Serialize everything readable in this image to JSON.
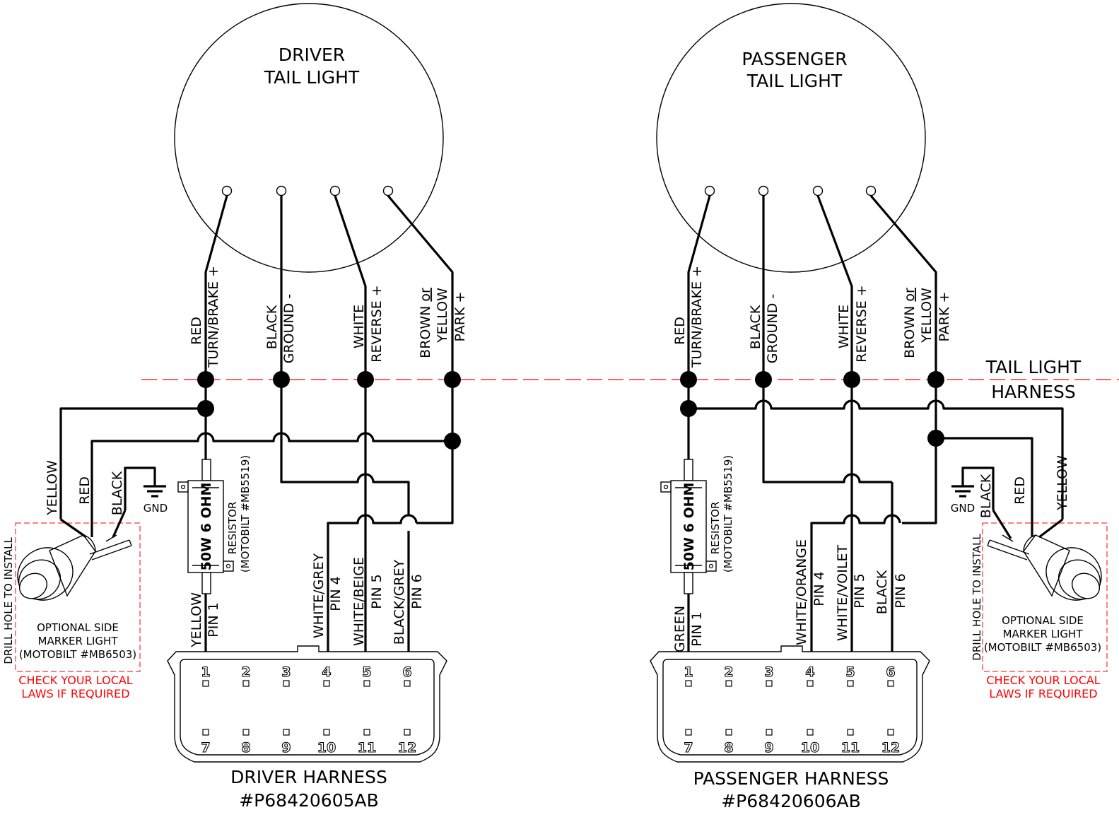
{
  "driver": {
    "tail_light": [
      "DRIVER",
      "TAIL LIGHT"
    ],
    "wires": [
      {
        "color": "RED",
        "func": "TURN/BRAKE +"
      },
      {
        "color": "BLACK",
        "func": "GROUND -"
      },
      {
        "color": "WHITE",
        "func": "REVERSE +"
      },
      {
        "color_a": "BROWN",
        "or": "or",
        "color_b": "YELLOW",
        "func": "PARK +"
      }
    ],
    "marker_wires": [
      "YELLOW",
      "RED",
      "BLACK"
    ],
    "gnd": "GND",
    "resistor": {
      "rating": "50W 6 OHM",
      "label": "RESISTOR",
      "part": "(MOTOBILT #MB5519)"
    },
    "harness_wires": [
      {
        "color": "YELLOW",
        "pin": "PIN 1"
      },
      {
        "color": "WHITE/GREY",
        "pin": "PIN 4"
      },
      {
        "color": "WHITE/BEIGE",
        "pin": "PIN 5"
      },
      {
        "color": "BLACK/GREY",
        "pin": "PIN 6"
      }
    ],
    "marker": {
      "drill": "DRILL HOLE TO INSTALL",
      "lines": [
        "OPTIONAL SIDE",
        "MARKER LIGHT",
        "(MOTOBILT #MB6503)"
      ],
      "check": [
        "CHECK YOUR LOCAL",
        "LAWS IF REQUIRED"
      ]
    },
    "harness": [
      "DRIVER HARNESS",
      "#P68420605AB"
    ]
  },
  "passenger": {
    "tail_light": [
      "PASSENGER",
      "TAIL LIGHT"
    ],
    "wires": [
      {
        "color": "RED",
        "func": "TURN/BRAKE +"
      },
      {
        "color": "BLACK",
        "func": "GROUND -"
      },
      {
        "color": "WHITE",
        "func": "REVERSE +"
      },
      {
        "color_a": "BROWN",
        "or": "or",
        "color_b": "YELLOW",
        "func": "PARK +"
      }
    ],
    "marker_wires": [
      "BLACK",
      "RED",
      "YELLOW"
    ],
    "gnd": "GND",
    "resistor": {
      "rating": "50W 6 OHM",
      "label": "RESISTOR",
      "part": "(MOTOBILT #MB5519)"
    },
    "harness_wires": [
      {
        "color": "GREEN",
        "pin": "PIN 1"
      },
      {
        "color": "WHITE/ORANGE",
        "pin": "PIN 4"
      },
      {
        "color": "WHITE/VOILET",
        "pin": "PIN 5"
      },
      {
        "color": "BLACK",
        "pin": "PIN 6"
      }
    ],
    "marker": {
      "drill": "DRILL HOLE TO INSTALL",
      "lines": [
        "OPTIONAL SIDE",
        "MARKER LIGHT",
        "(MOTOBILT #MB6503)"
      ],
      "check": [
        "CHECK YOUR LOCAL",
        "LAWS IF REQUIRED"
      ]
    },
    "harness": [
      "PASSENGER HARNESS",
      "#P68420606AB"
    ]
  },
  "tail_light_harness": [
    "TAIL LIGHT",
    "HARNESS"
  ],
  "connector_pins_top": [
    "1",
    "2",
    "3",
    "4",
    "5",
    "6"
  ],
  "connector_pins_bottom": [
    "7",
    "8",
    "9",
    "10",
    "11",
    "12"
  ]
}
